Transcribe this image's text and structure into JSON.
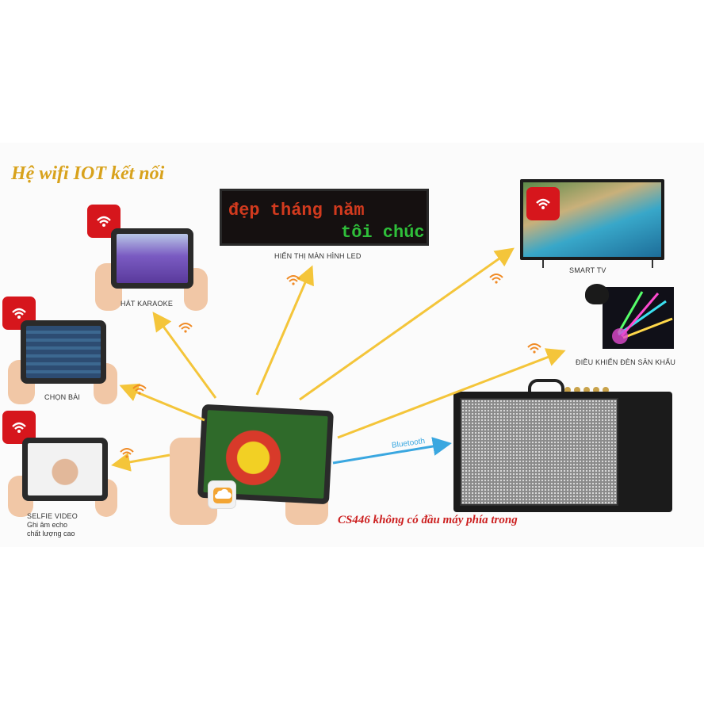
{
  "title": "Hệ wifi IOT kết nối",
  "led": {
    "line1": "đẹp tháng năm",
    "line2": "tôi chúc",
    "label": "HIỂN THỊ MÀN HÌNH LED"
  },
  "devices": {
    "karaoke": "HÁT KARAOKE",
    "song_select": "CHỌN BÀI",
    "selfie": "SELFIE VIDEO",
    "selfie_sub1": "Ghi âm echo",
    "selfie_sub2": "chất lượng cao",
    "smart_tv": "SMART TV",
    "stage_light": "ĐIỀU KHIỂN ĐÈN SÂN KHẤU"
  },
  "bluetooth_label": "Bluetooth",
  "speaker_caption": "CS446 không có đầu máy phía trong",
  "colors": {
    "title": "#d8a21c",
    "arrow": "#f4c53a",
    "bluetooth": "#3aa7e0",
    "caption": "#cc1f1f",
    "wifi": "#f08a24",
    "app_badge": "#d6161c",
    "led_red": "#d23a1e",
    "led_green": "#2fbf3a"
  },
  "icons": [
    "wifi-icon",
    "app-badge-icon",
    "bluetooth-icon",
    "cloud-app-icon"
  ]
}
